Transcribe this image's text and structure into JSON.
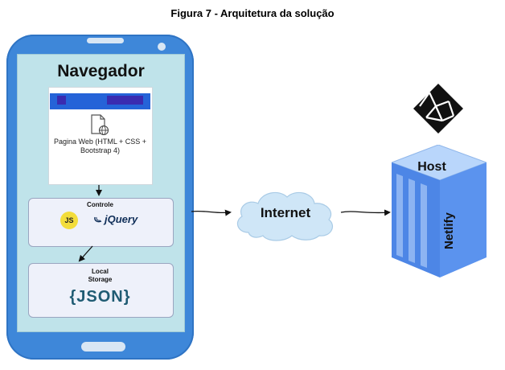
{
  "caption": "Figura 7 - Arquitetura da solução",
  "phone": {
    "title": "Navegador",
    "webpage": {
      "label": "Pagina Web (HTML + CSS + Bootstrap 4)",
      "icon": "web-document-icon"
    },
    "controle": {
      "title": "Controle",
      "js_badge": "JS",
      "jquery": "jQuery"
    },
    "storage": {
      "title_line1": "Local",
      "title_line2": "Storage",
      "json": "{JSON}"
    }
  },
  "internet": {
    "label": "Internet"
  },
  "host": {
    "label": "Host",
    "provider": "Netlify",
    "logo": "netlify-logo-icon"
  },
  "colors": {
    "phone_body": "#3e87d9",
    "screen": "#bfe3ea",
    "browser_bar": "#2563d8",
    "js_yellow": "#f3dd3b",
    "cloud": "#cfe6f7",
    "cube_front": "#4d86e6",
    "cube_top": "#b9d6fb"
  }
}
